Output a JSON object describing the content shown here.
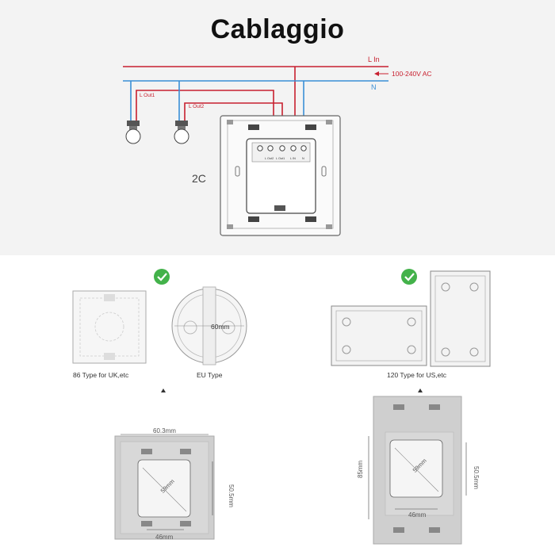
{
  "title": "Cablaggio",
  "wiring": {
    "line_in": "L In",
    "voltage": "100-240V AC",
    "neutral": "N",
    "out1": "L Out1",
    "out2": "L Out2",
    "model": "2C",
    "terminals": [
      "L Out2",
      "L Out1",
      "L IN",
      "N"
    ],
    "colors": {
      "live": "#c8202f",
      "neutral": "#3a8fd6",
      "check": "#43b24a"
    }
  },
  "boxes": {
    "uk_label": "86 Type for UK,etc",
    "eu_label": "EU Type",
    "eu_dim": "60mm",
    "us_label": "120 Type for US,etc"
  },
  "dims_left": {
    "width": "60.3mm",
    "diag": "59mm",
    "height": "50.5mm",
    "bottom": "46mm"
  },
  "dims_right": {
    "height_left": "85mm",
    "diag": "59mm",
    "height_right": "50.5mm",
    "bottom": "46mm"
  }
}
